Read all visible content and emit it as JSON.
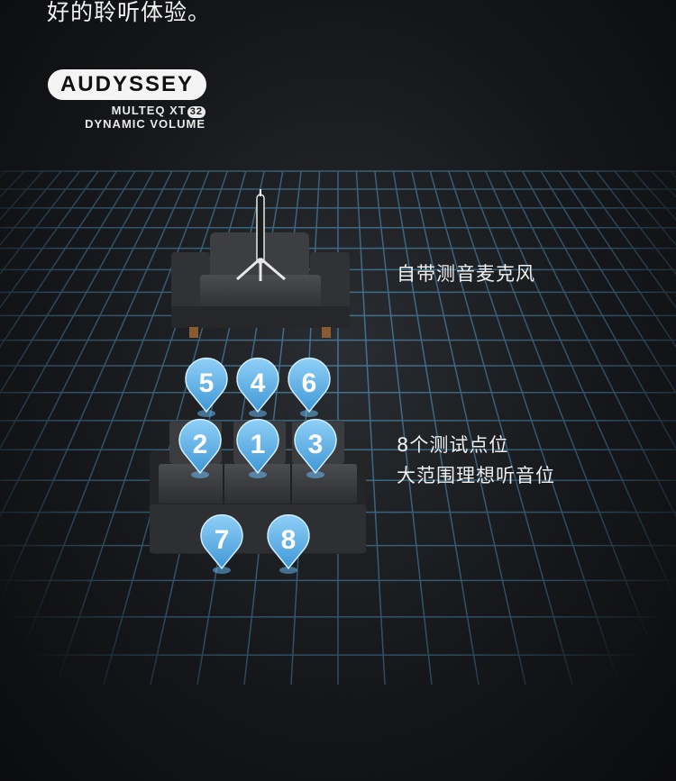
{
  "header": {
    "caption": "好的聆听体验。"
  },
  "logo": {
    "brand": "AUDYSSEY",
    "line1_prefix": "MULTEQ XT",
    "line1_badge": "32",
    "line2": "DYNAMIC VOLUME"
  },
  "labels": {
    "microphone": "自带测音麦克风",
    "points_line1": "8个测试点位",
    "points_line2": "大范围理想听音位"
  },
  "markers": [
    "5",
    "4",
    "6",
    "2",
    "1",
    "3",
    "7",
    "8"
  ],
  "colors": {
    "marker_blue": "#5aaee6",
    "grid_line": "#4d8fb8",
    "sofa": "#3a3c3f"
  }
}
